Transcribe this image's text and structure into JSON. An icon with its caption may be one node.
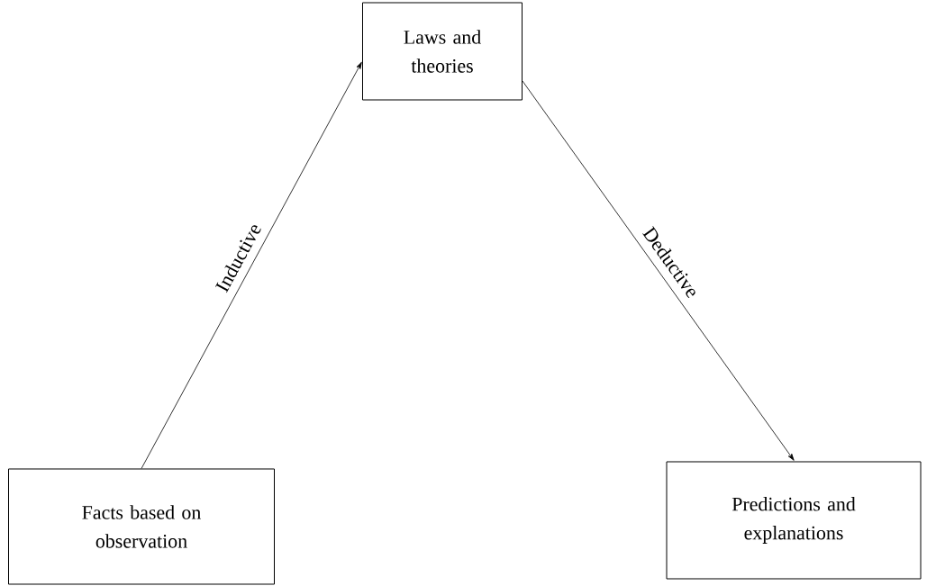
{
  "diagram": {
    "nodes": [
      {
        "text": [
          "Facts based on observation"
        ]
      },
      {
        "text": [
          "Laws and theories"
        ]
      },
      {
        "text": [
          "Predictions and explanations"
        ]
      }
    ],
    "edges": [
      {
        "from": 0,
        "to": 1,
        "arrow": "to",
        "label": "Inductive"
      },
      {
        "from": 1,
        "to": 2,
        "arrow": "to",
        "label": "Deductive"
      }
    ]
  }
}
